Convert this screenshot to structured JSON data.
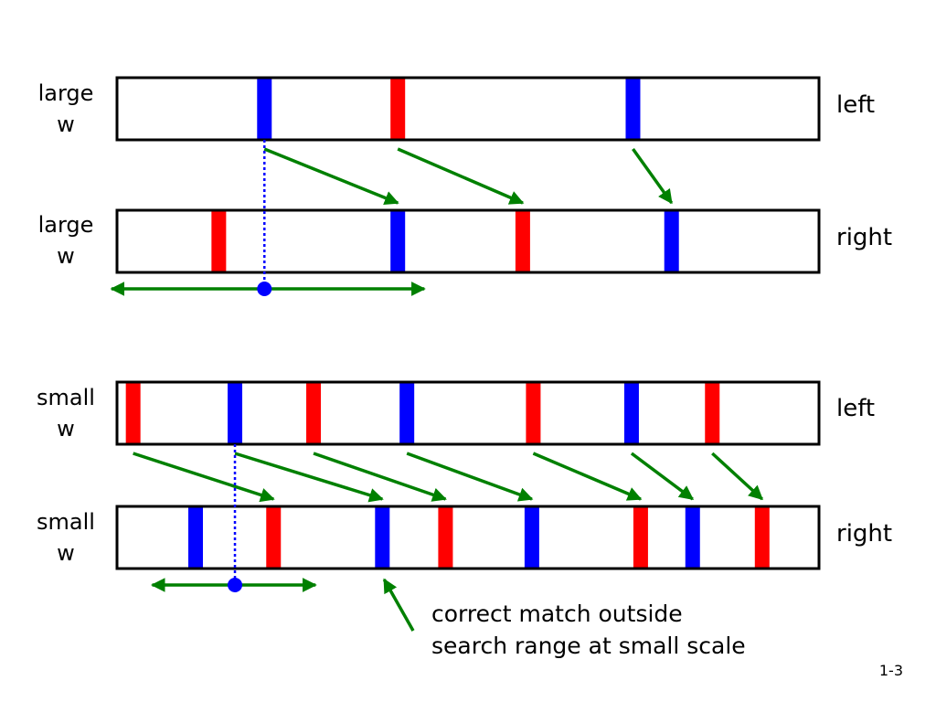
{
  "colors": {
    "red": "#ff0000",
    "blue": "#0000ff",
    "arrow": "#008000",
    "outline": "#000000"
  },
  "rows": [
    {
      "id": "large-left",
      "label_line1": "large",
      "label_line2": "w",
      "side_label": "left",
      "features": [
        {
          "color": "blue",
          "pos": 0.21
        },
        {
          "color": "red",
          "pos": 0.4
        },
        {
          "color": "blue",
          "pos": 0.735
        }
      ]
    },
    {
      "id": "large-right",
      "label_line1": "large",
      "label_line2": "w",
      "side_label": "right",
      "features": [
        {
          "color": "red",
          "pos": 0.145
        },
        {
          "color": "blue",
          "pos": 0.4
        },
        {
          "color": "red",
          "pos": 0.578
        },
        {
          "color": "blue",
          "pos": 0.79
        }
      ]
    },
    {
      "id": "small-left",
      "label_line1": "small",
      "label_line2": "w",
      "side_label": "left",
      "features": [
        {
          "color": "red",
          "pos": 0.023
        },
        {
          "color": "blue",
          "pos": 0.168
        },
        {
          "color": "red",
          "pos": 0.28
        },
        {
          "color": "blue",
          "pos": 0.413
        },
        {
          "color": "red",
          "pos": 0.593
        },
        {
          "color": "blue",
          "pos": 0.733
        },
        {
          "color": "red",
          "pos": 0.848
        }
      ]
    },
    {
      "id": "small-right",
      "label_line1": "small",
      "label_line2": "w",
      "side_label": "right",
      "features": [
        {
          "color": "blue",
          "pos": 0.112
        },
        {
          "color": "red",
          "pos": 0.223
        },
        {
          "color": "blue",
          "pos": 0.378
        },
        {
          "color": "red",
          "pos": 0.468
        },
        {
          "color": "blue",
          "pos": 0.591
        },
        {
          "color": "red",
          "pos": 0.746
        },
        {
          "color": "blue",
          "pos": 0.82
        },
        {
          "color": "red",
          "pos": 0.919
        }
      ]
    }
  ],
  "matches": [
    {
      "from_row": 0,
      "from_pos": 0.21,
      "to_row": 1,
      "to_pos": 0.4
    },
    {
      "from_row": 0,
      "from_pos": 0.4,
      "to_row": 1,
      "to_pos": 0.578
    },
    {
      "from_row": 0,
      "from_pos": 0.735,
      "to_row": 1,
      "to_pos": 0.79
    },
    {
      "from_row": 2,
      "from_pos": 0.023,
      "to_row": 3,
      "to_pos": 0.223
    },
    {
      "from_row": 2,
      "from_pos": 0.168,
      "to_row": 3,
      "to_pos": 0.378
    },
    {
      "from_row": 2,
      "from_pos": 0.28,
      "to_row": 3,
      "to_pos": 0.468
    },
    {
      "from_row": 2,
      "from_pos": 0.413,
      "to_row": 3,
      "to_pos": 0.591
    },
    {
      "from_row": 2,
      "from_pos": 0.593,
      "to_row": 3,
      "to_pos": 0.746
    },
    {
      "from_row": 2,
      "from_pos": 0.733,
      "to_row": 3,
      "to_pos": 0.82
    },
    {
      "from_row": 2,
      "from_pos": 0.848,
      "to_row": 3,
      "to_pos": 0.919
    }
  ],
  "search_ranges": [
    {
      "row": 1,
      "center": 0.21,
      "min": 0.0,
      "max": 0.43
    },
    {
      "row": 3,
      "center": 0.168,
      "min": 0.058,
      "max": 0.275
    }
  ],
  "annotation": {
    "line1": "correct match outside",
    "line2": "search range at small scale",
    "target_row": 3,
    "target_pos": 0.378
  },
  "page_number": "1-3"
}
